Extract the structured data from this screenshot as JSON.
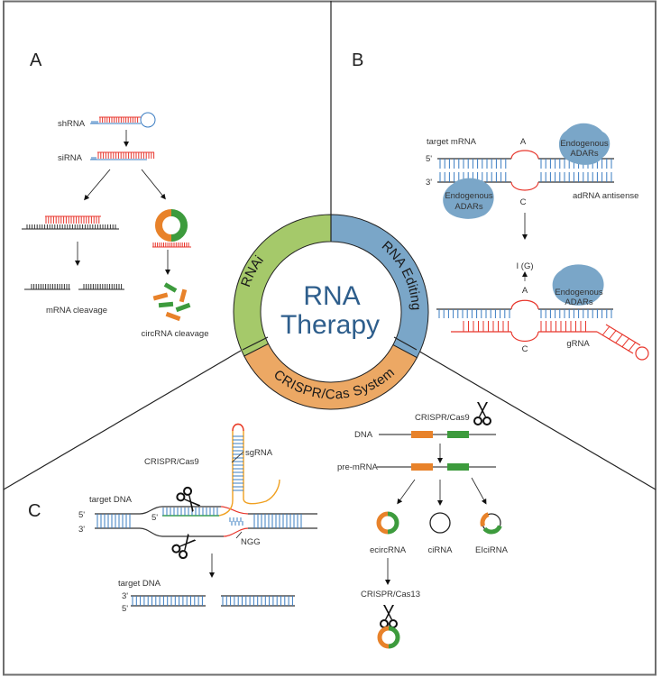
{
  "figure": {
    "title_line1": "RNA",
    "title_line2": "Therapy",
    "colors": {
      "rnai": "#a5c96a",
      "editing": "#7aa6c8",
      "crispr": "#eca864",
      "center_text": "#2e5e8c",
      "strand_red": "#e8362c",
      "strand_blue": "#3a7cc2",
      "circ_orange": "#e8822a",
      "circ_green": "#3d9b3d",
      "adar_blob": "#7aa6c8",
      "sgRNA_orange": "#f0a020",
      "guide_green": "#3aa24a"
    }
  },
  "ring": {
    "segments": [
      {
        "label": "RNAi"
      },
      {
        "label": "RNA Editing"
      },
      {
        "label": "CRISPR/Cas System"
      }
    ]
  },
  "panel_a": {
    "letter": "A",
    "shrna": "shRNA",
    "sirna": "siRNA",
    "mrna_cleavage": "mRNA cleavage",
    "circrna_cleavage": "circRNA cleavage"
  },
  "panel_b": {
    "letter": "B",
    "target_mrna": "target mRNA",
    "five_prime": "5'",
    "three_prime": "3'",
    "base_a": "A",
    "base_c": "C",
    "adar_line1": "Endogenous",
    "adar_line2": "ADARs",
    "adrna_antisense": "adRNA antisense",
    "inosine": "I (G)",
    "grna": "gRNA"
  },
  "panel_c": {
    "letter": "C",
    "crispr_cas9": "CRISPR/Cas9",
    "sgrna": "sgRNA",
    "target_dna": "target DNA",
    "five_prime": "5'",
    "three_prime": "3'",
    "ngg": "NGG",
    "dna": "DNA",
    "pre_mrna": "pre-mRNA",
    "ecircrna": "ecircRNA",
    "cirna": "ciRNA",
    "elcirna": "EIciRNA",
    "crispr_cas13": "CRISPR/Cas13"
  }
}
